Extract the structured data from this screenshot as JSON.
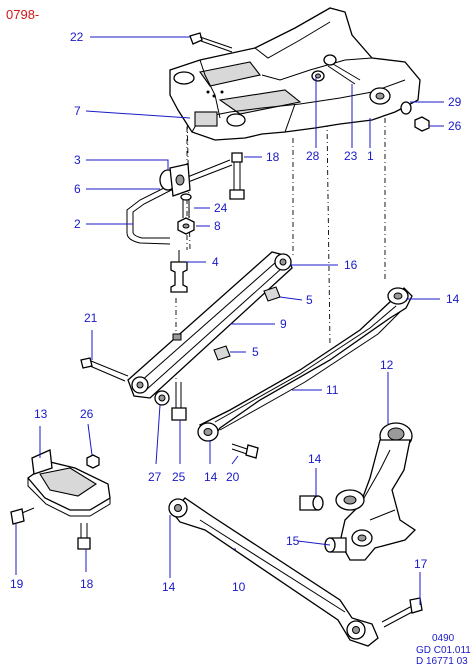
{
  "header": {
    "code": "0798-"
  },
  "footer": {
    "line1": "0490",
    "line2": "GD C01.011",
    "line3": "D 16771 03"
  },
  "callouts": {
    "c22": "22",
    "c7": "7",
    "c3": "3",
    "c6": "6",
    "c2": "2",
    "c18a": "18",
    "c24": "24",
    "c8": "8",
    "c4": "4",
    "c28": "28",
    "c23": "23",
    "c1": "1",
    "c29": "29",
    "c26a": "26",
    "c16": "16",
    "c5a": "5",
    "c9": "9",
    "c5b": "5",
    "c14a": "14",
    "c21": "21",
    "c11": "11",
    "c12": "12",
    "c27": "27",
    "c25": "25",
    "c14b": "14",
    "c20": "20",
    "c13": "13",
    "c26b": "26",
    "c14c": "14",
    "c15": "15",
    "c19": "19",
    "c18b": "18",
    "c14d": "14",
    "c10": "10",
    "c17": "17"
  }
}
